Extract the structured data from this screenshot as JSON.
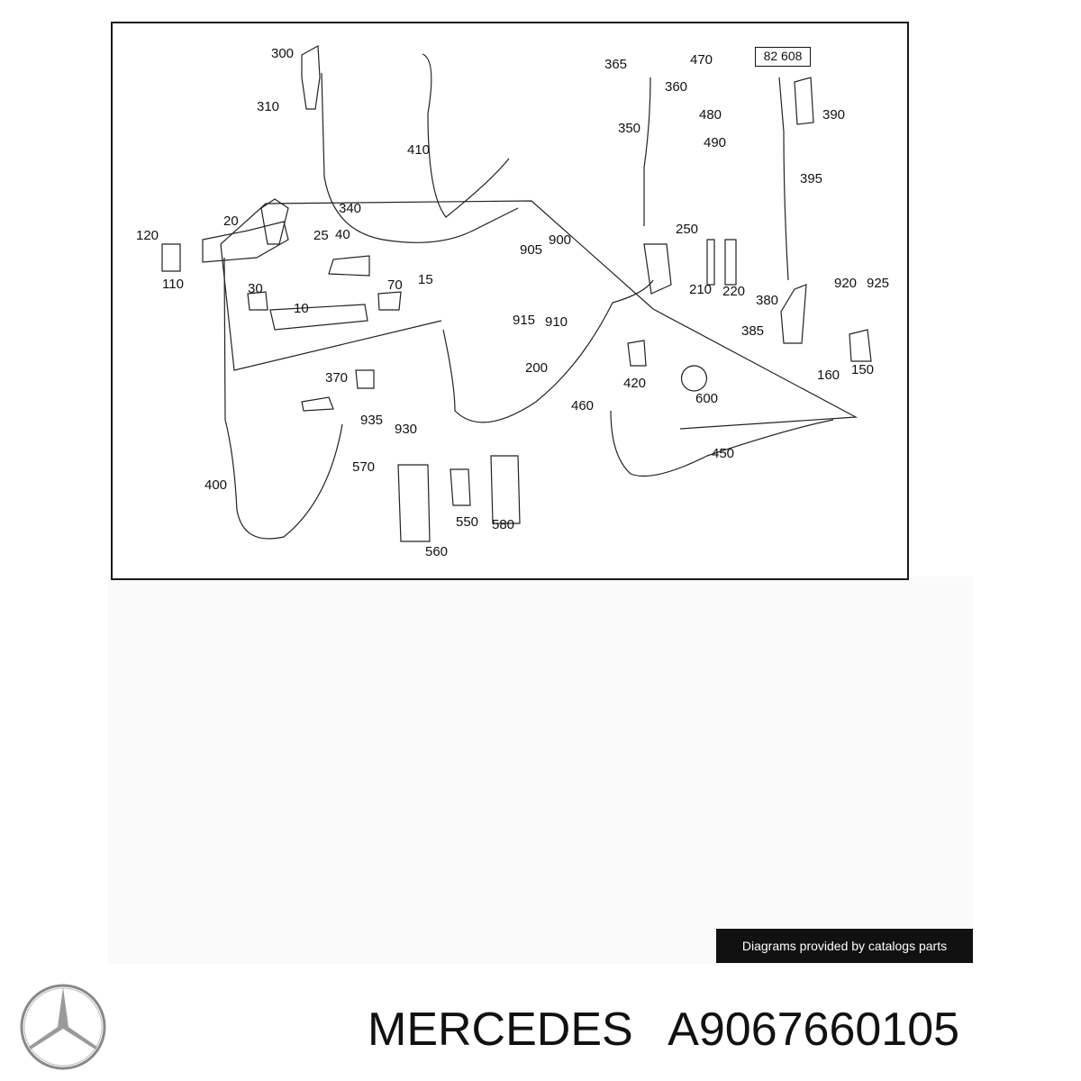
{
  "diagram": {
    "callouts": [
      {
        "label": "300"
      },
      {
        "label": "310"
      },
      {
        "label": "410"
      },
      {
        "label": "340"
      },
      {
        "label": "20"
      },
      {
        "label": "120"
      },
      {
        "label": "25"
      },
      {
        "label": "40"
      },
      {
        "label": "110"
      },
      {
        "label": "30"
      },
      {
        "label": "70"
      },
      {
        "label": "15"
      },
      {
        "label": "10"
      },
      {
        "label": "370"
      },
      {
        "label": "400"
      },
      {
        "label": "935"
      },
      {
        "label": "930"
      },
      {
        "label": "570"
      },
      {
        "label": "550"
      },
      {
        "label": "580"
      },
      {
        "label": "560"
      },
      {
        "label": "365"
      },
      {
        "label": "470"
      },
      {
        "label": "360"
      },
      {
        "label": "480"
      },
      {
        "label": "350"
      },
      {
        "label": "490"
      },
      {
        "label": "250"
      },
      {
        "label": "900"
      },
      {
        "label": "905"
      },
      {
        "label": "210"
      },
      {
        "label": "220"
      },
      {
        "label": "915"
      },
      {
        "label": "910"
      },
      {
        "label": "200"
      },
      {
        "label": "420"
      },
      {
        "label": "600"
      },
      {
        "label": "460"
      },
      {
        "label": "450"
      },
      {
        "label": "390"
      },
      {
        "label": "395"
      },
      {
        "label": "920"
      },
      {
        "label": "925"
      },
      {
        "label": "380"
      },
      {
        "label": "385"
      },
      {
        "label": "160"
      },
      {
        "label": "150"
      }
    ],
    "boxed_callout": "82 608"
  },
  "credit_banner": "Diagrams provided by catalogs parts",
  "brand_logo_icon": "mercedes-star-icon",
  "part_title": {
    "brand": "MERCEDES",
    "part_number": "A9067660105"
  }
}
